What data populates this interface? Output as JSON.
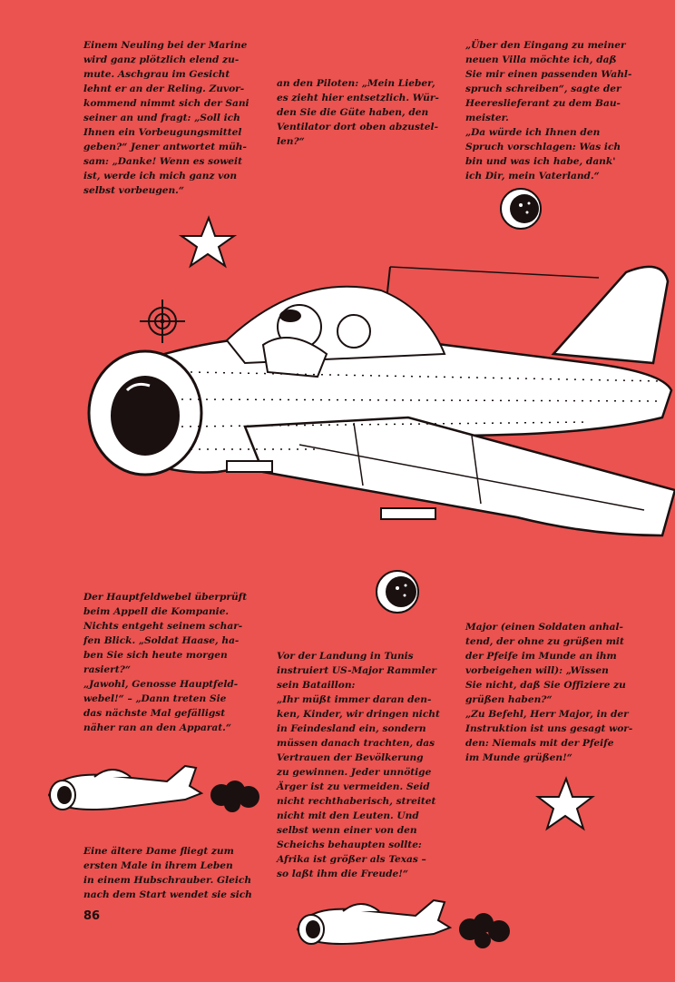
{
  "page_number": "86",
  "jokes": {
    "marine": "Einem Neuling bei der Marine\nwird ganz plötzlich elend zu-\nmute. Aschgrau im Gesicht\nlehnt er an der Reling. Zuvor-\nkommend nimmt sich der Sani\nseiner an und fragt: „Soll ich\nIhnen ein Vorbeugungsmittel\ngeben?“ Jener antwortet müh-\nsam: „Danke! Wenn es soweit\nist, werde ich mich ganz von\nselbst vorbeugen.“",
    "pilot_end": "an den Piloten: „Mein Lieber,\nes zieht hier entsetzlich. Wür-\nden Sie die Güte haben, den\nVentilator dort oben abzustel-\nlen?“",
    "villa": "„Über den Eingang zu meiner\nneuen Villa möchte ich, daß\nSie mir einen passenden Wahl-\nspruch schreiben“, sagte der\nHeereslieferant zu dem Bau-\nmeister.\n„Da würde ich Ihnen den\nSpruch vorschlagen: Was ich\nbin und was ich habe, dank'\nich Dir, mein Vaterland.“",
    "hauptfeldwebel": "Der Hauptfeldwebel überprüft\nbeim Appell die Kompanie.\nNichts entgeht seinem schar-\nfen Blick. „Soldat Haase, ha-\nben Sie sich heute morgen\nrasiert?“\n„Jawohl, Genosse Hauptfeld-\nwebel!“ – „Dann treten Sie\ndas nächste Mal gefälligst\nnäher ran an den Apparat.“",
    "tunis": "Vor der Landung in Tunis\ninstruiert US-Major Rammler\nsein Bataillon:\n„Ihr müßt immer daran den-\nken, Kinder, wir dringen nicht\nin Feindesland ein, sondern\nmüssen danach trachten, das\nVertrauen der Bevölkerung\nzu gewinnen. Jeder unnötige\nÄrger ist zu vermeiden. Seid\nnicht rechthaberisch, streitet\nnicht mit den Leuten. Und\nselbst wenn einer von den\nScheichs behaupten sollte:\nAfrika ist größer als Texas –\nso laßt ihm die Freude!“",
    "major": "Major (einen Soldaten anhal-\ntend, der ohne zu grüßen mit\nder Pfeife im Munde an ihm\nvorbeigehen will): „Wissen\nSie nicht, daß Sie Offiziere zu\ngrüßen haben?“\n„Zu Befehl, Herr Major, in der\nInstruktion ist uns gesagt wor-\nden: Niemals mit der Pfeife\nim Munde grüßen!“",
    "dame_start": "Eine ältere Dame fliegt zum\nersten Male in ihrem Leben\nin einem Hubschrauber. Gleich\nnach dem Start wendet sie sich"
  },
  "colors": {
    "background": "#ea5350",
    "ink": "#1a1010",
    "paper": "#ffffff"
  }
}
